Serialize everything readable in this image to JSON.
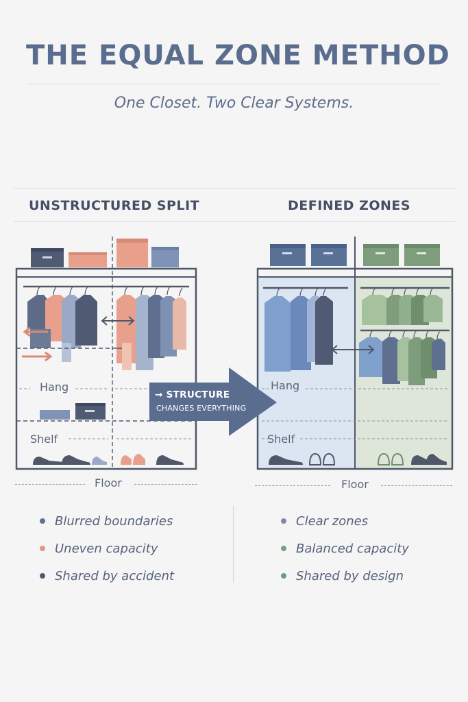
{
  "header": {
    "title": "THE EQUAL ZONE METHOD",
    "subtitle": "One Closet. Two Clear Systems."
  },
  "left_panel": {
    "heading": "UNSTRUCTURED SPLIT",
    "labels": {
      "hang": "Hang",
      "shelf": "Shelf",
      "floor": "Floor"
    },
    "bullets": [
      {
        "text": "Blurred boundaries",
        "color": "#5f7396"
      },
      {
        "text": "Uneven capacity",
        "color": "#e3957f"
      },
      {
        "text": "Shared by accident",
        "color": "#4d5874"
      }
    ]
  },
  "right_panel": {
    "heading": "DEFINED ZONES",
    "labels": {
      "hang": "Hang",
      "shelf": "Shelf",
      "floor": "Floor"
    },
    "bullets": [
      {
        "text": "Clear zones",
        "color": "#8089ad"
      },
      {
        "text": "Balanced capacity",
        "color": "#7e9d80"
      },
      {
        "text": "Shared by design",
        "color": "#6f9c7a"
      }
    ]
  },
  "transition_arrow": {
    "line1": "→ STRUCTURE",
    "line2": "CHANGES EVERYTHING"
  },
  "colors": {
    "navy": "#546683",
    "coral": "#e8a08c",
    "blue_zone": "#dce6f2",
    "green_zone": "#dde6d9",
    "blue_box": "#5a7197",
    "green_box": "#7e9d7d",
    "frame": "#4f5768"
  }
}
